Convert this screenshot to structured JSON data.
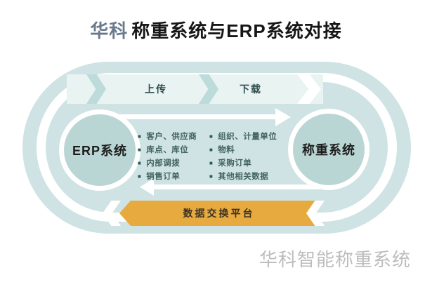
{
  "title": {
    "brand": "华科",
    "main": "称重系统与ERP系统对接"
  },
  "watermark": "华科智能称重系统",
  "diagram": {
    "flow_top": {
      "upload": "上传",
      "download": "下载"
    },
    "erp_circle_label": "ERP系统",
    "weigh_circle_label": "称重系统",
    "exchange": {
      "bullet": "■",
      "left_items": [
        "客户、供应商",
        "库点、库位",
        "内部调拨",
        "销售订单"
      ],
      "right_items": [
        "组织、计量单位",
        "物料",
        "采购订单",
        "其他相关数据"
      ]
    },
    "platform_banner": "数据交换平台",
    "colors": {
      "loop_fill": "#cfe3e4",
      "circle_fill": "#b9d6d4",
      "band_fill": "#e9f3f1",
      "chevron_teal": "#bddbdb",
      "banner_orange": "#e7aa3f",
      "list_text": "#41625f",
      "watermark_gray": "#bdbdbd"
    }
  }
}
